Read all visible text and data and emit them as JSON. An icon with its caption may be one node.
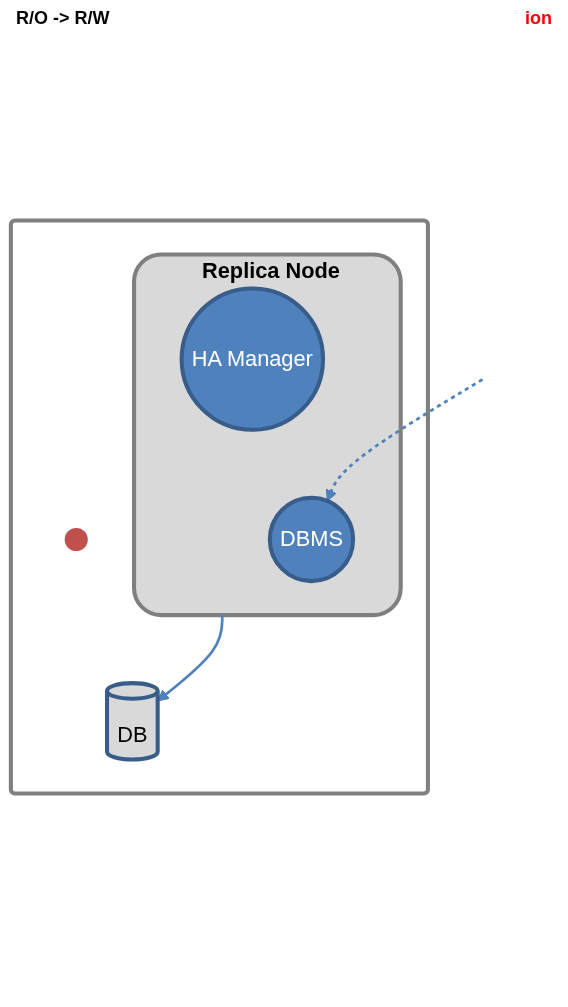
{
  "diagram": {
    "nodes": [
      {
        "text": [],
        "shape": "box"
      },
      {
        "text": [
          "Replica Node"
        ],
        "in": 0
      },
      {
        "text": [],
        "shape": "circle",
        "in": 0
      },
      {
        "text": [
          "HA Manager"
        ],
        "in": 1
      },
      {
        "text": [
          "DBMS"
        ],
        "in": 1
      },
      {
        "text": [
          "DB"
        ],
        "in": 0
      }
    ],
    "edges": [
      {
        "from": null,
        "to": 4,
        "arrow": "to",
        "style": "dashed"
      },
      {
        "from": 1,
        "to": 5,
        "arrow": "to"
      }
    ],
    "labels": [
      "R/O -> R/W",
      "ion"
    ]
  }
}
